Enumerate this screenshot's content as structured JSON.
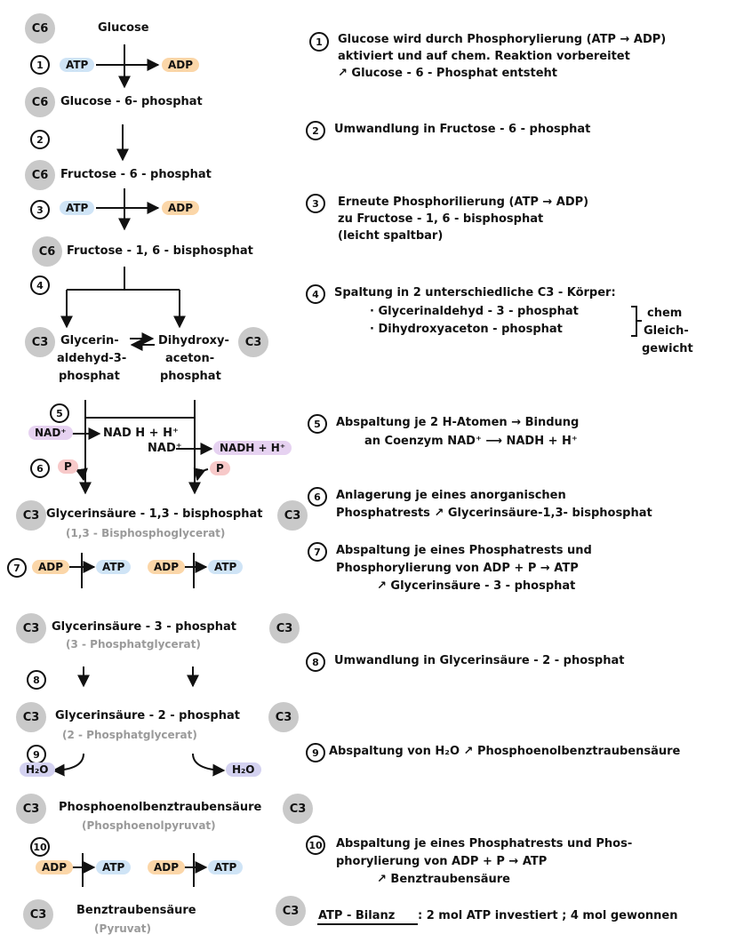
{
  "carbon": {
    "c6": "C6",
    "c3": "C3"
  },
  "steps": {
    "s1": "1",
    "s2": "2",
    "s3": "3",
    "s4": "4",
    "s5": "5",
    "s6": "6",
    "s7": "7",
    "s8": "8",
    "s9": "9",
    "s10": "10"
  },
  "compounds": {
    "glucose": "Glucose",
    "g6p": "Glucose - 6- phosphat",
    "f6p": "Fructose - 6 - phosphat",
    "f16bp": "Fructose - 1, 6 - bisphosphat",
    "gap_1": "Glycerin-",
    "gap_2": "aldehyd-3-",
    "gap_3": "phosphat",
    "dhap_1": "Dihydroxy-",
    "dhap_2": "aceton-",
    "dhap_3": "phosphat",
    "bpg": "Glycerinsäure - 1,3 - bisphosphat",
    "bpg_sub": "(1,3 - Bisphosphoglycerat)",
    "pg3": "Glycerinsäure - 3 - phosphat",
    "pg3_sub": "(3 - Phosphatglycerat)",
    "pg2": "Glycerinsäure - 2 - phosphat",
    "pg2_sub": "(2 - Phosphatglycerat)",
    "pep": "Phosphoenolbenztraubensäure",
    "pep_sub": "(Phosphoenolpyruvat)",
    "pyr": "Benztraubensäure",
    "pyr_sub": "(Pyruvat)"
  },
  "tags": {
    "atp": "ATP",
    "adp": "ADP",
    "nad_plus": "NAD⁺",
    "nadh": "NADH + H⁺",
    "nadh_short": "NAD H + H⁺",
    "p": "P",
    "h2o": "H₂O"
  },
  "notes": {
    "n1_l1": "Glucose wird durch Phosphorylierung (ATP → ADP)",
    "n1_l2": "aktiviert und auf chem. Reaktion vorbereitet",
    "n1_l3": "↗ Glucose - 6 - Phosphat entsteht",
    "n2": "Umwandlung in Fructose - 6 - phosphat",
    "n3_l1": "Erneute Phosphorilierung (ATP → ADP)",
    "n3_l2": "zu Fructose - 1, 6 - bisphosphat",
    "n3_l3": "(leicht spaltbar)",
    "n4_l1": "Spaltung in 2 unterschiedliche C3 - Körper:",
    "n4_l2": "· Glycerinaldehyd - 3 - phosphat",
    "n4_l3": "· Dihydroxyaceton - phosphat",
    "n4_side1": "chem",
    "n4_side2": "Gleich-",
    "n4_side3": "gewicht",
    "n5_l1": "Abspaltung je 2 H-Atomen → Bindung",
    "n5_l2": "an Coenzym NAD⁺ ⟶ NADH + H⁺",
    "n6_l1": "Anlagerung je eines anorganischen",
    "n6_l2": "Phosphatrests ↗ Glycerinsäure-1,3- bisphosphat",
    "n7_l1": "Abspaltung je eines Phosphatrests und",
    "n7_l2": "Phosphorylierung von ADP + P → ATP",
    "n7_l3": "↗ Glycerinsäure - 3 - phosphat",
    "n8": "Umwandlung in Glycerinsäure - 2 - phosphat",
    "n9": "Abspaltung von H₂O ↗ Phosphoenolbenztraubensäure",
    "n10_l1": "Abspaltung je eines Phosphatrests und Phos-",
    "n10_l2": "phorylierung von ADP + P → ATP",
    "n10_l3": "↗ Benztraubensäure",
    "bilanz_label": "ATP - Bilanz",
    "bilanz_text": ": 2 mol ATP investiert ; 4 mol gewonnen"
  }
}
